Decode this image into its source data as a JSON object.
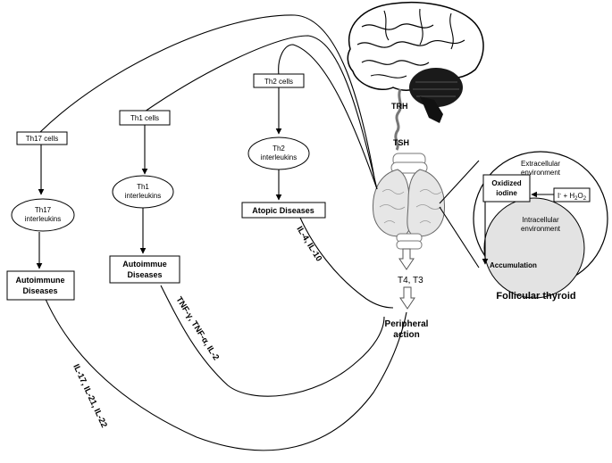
{
  "th17": {
    "cells": "Th17 cells",
    "il_line1": "Th17",
    "il_line2": "interleukins",
    "dis_line1": "Autoimmune",
    "dis_line2": "Diseases"
  },
  "th1": {
    "cells": "Th1 cells",
    "il_line1": "Th1",
    "il_line2": "interleukins",
    "dis_line1": "Autoimmue",
    "dis_line2": "Diseases"
  },
  "th2": {
    "cells": "Th2 cells",
    "il_line1": "Th2",
    "il_line2": "interleukins",
    "disease": "Atopic Diseases"
  },
  "hormones": {
    "trh": "TRH",
    "tsh": "TSH",
    "t4t3": "T4, T3",
    "peripheral_line1": "Peripheral",
    "peripheral_line2": "action"
  },
  "follicle": {
    "extracellular_line1": "Extracellular",
    "extracellular_line2": "environment",
    "oxidized_line1": "Oxidized",
    "oxidized_line2": "iodine",
    "iodide_prefix": "I",
    "iodide_sup": "-",
    "iodide_mid": " + H",
    "iodide_sub1": "2",
    "iodide_o": "O",
    "iodide_sub2": "2",
    "intracellular_line1": "Intracellular",
    "intracellular_line2": "environment",
    "accumulation": "Accumulation",
    "caption": "Follicular thyroid"
  },
  "cytokines": {
    "th17_path": "IL-17, IL-21, IL-22",
    "th1_path": "TNF-γ, TNF-α, IL-2",
    "th2_path": "IL-4, IL-10"
  },
  "icons": [
    "brain-icon",
    "thyroid-gland-icon"
  ]
}
